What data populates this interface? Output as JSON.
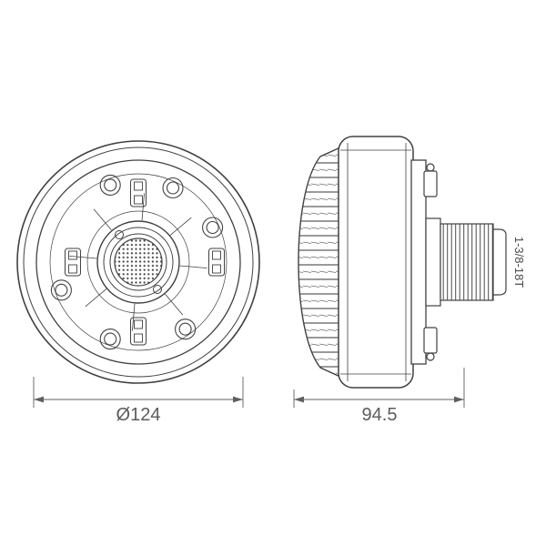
{
  "drawing": {
    "front_view": {
      "diameter_label": "Ø124"
    },
    "side_view": {
      "depth_label": "94.5",
      "thread_label": "1-3/8-18T"
    },
    "colors": {
      "line": "#414141",
      "dimension": "#5f5f5f",
      "background": "#ffffff"
    }
  }
}
